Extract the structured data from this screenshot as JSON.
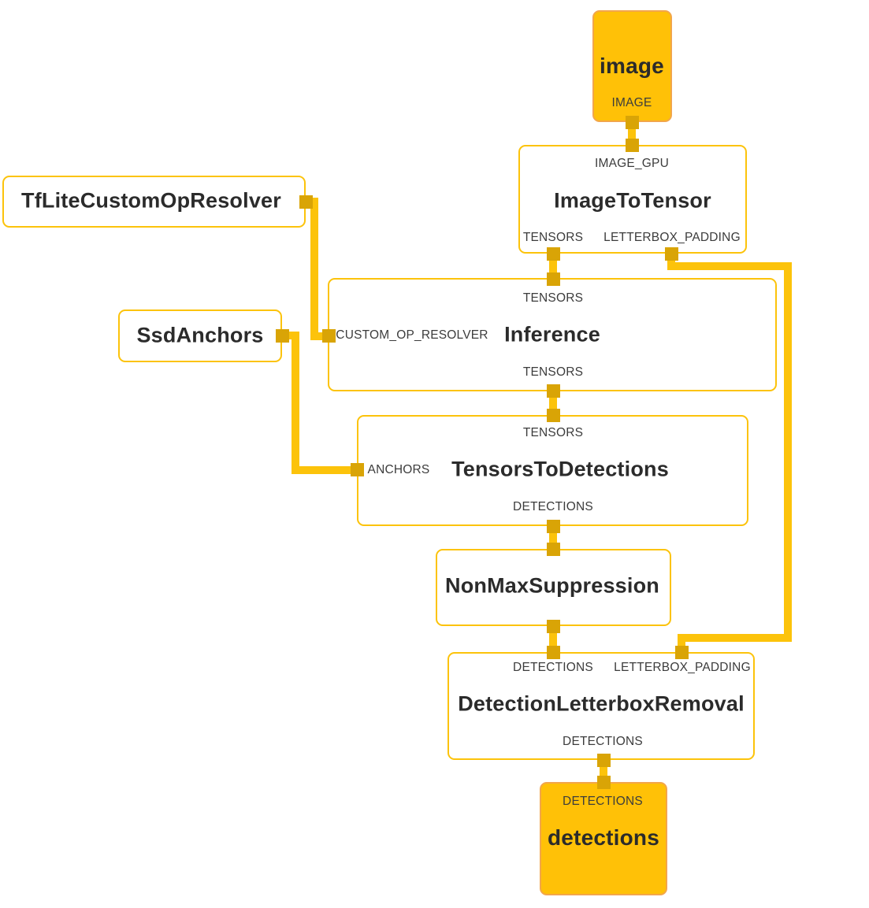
{
  "diagram": {
    "nodes": {
      "image": {
        "title": "image",
        "output_port": "IMAGE"
      },
      "image_to_tensor": {
        "title": "ImageToTensor",
        "input_port": "IMAGE_GPU",
        "output_ports": [
          "TENSORS",
          "LETTERBOX_PADDING"
        ]
      },
      "tflite_custom_op_resolver": {
        "title": "TfLiteCustomOpResolver"
      },
      "inference": {
        "title": "Inference",
        "input_port": "TENSORS",
        "side_port": "CUSTOM_OP_RESOLVER",
        "output_port": "TENSORS"
      },
      "ssd_anchors": {
        "title": "SsdAnchors"
      },
      "tensors_to_detections": {
        "title": "TensorsToDetections",
        "input_port": "TENSORS",
        "side_port": "ANCHORS",
        "output_port": "DETECTIONS"
      },
      "non_max_suppression": {
        "title": "NonMaxSuppression"
      },
      "detection_letterbox_removal": {
        "title": "DetectionLetterboxRemoval",
        "input_ports": [
          "DETECTIONS",
          "LETTERBOX_PADDING"
        ],
        "output_port": "DETECTIONS"
      },
      "detections": {
        "title": "detections",
        "input_port": "DETECTIONS"
      }
    },
    "colors": {
      "edge": "#FCC30B",
      "port": "#D9A406",
      "node_border": "#FCC30B",
      "terminal_fill": "#FFC107",
      "terminal_border": "#F2A64B",
      "node_fill": "#FFFFFF",
      "text": "#2B2B2B",
      "background": "#FFFFFF"
    }
  }
}
